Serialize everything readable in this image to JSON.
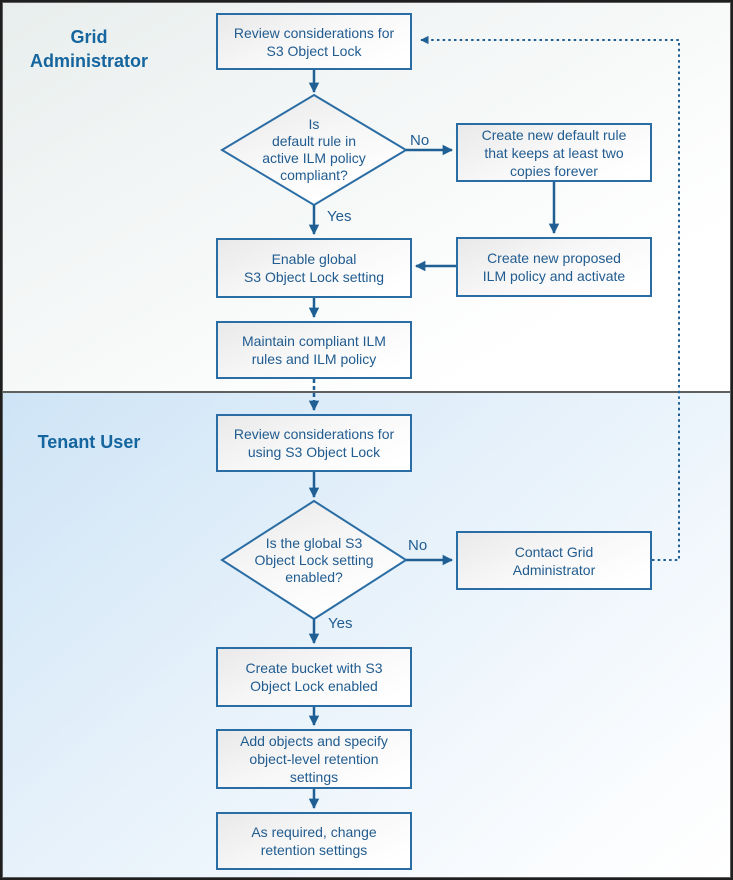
{
  "lanes": [
    {
      "label": "Grid\nAdministrator"
    },
    {
      "label": "Tenant User"
    }
  ],
  "nodes": {
    "review_grid": "Review considerations for\nS3 Object Lock",
    "decision_ilm": "Is\ndefault rule in\nactive ILM policy\ncompliant?",
    "create_rule": "Create new default rule\nthat keeps at least two\ncopies forever",
    "create_policy": "Create new proposed\nILM policy and activate",
    "enable_global": "Enable global\nS3 Object Lock setting",
    "maintain": "Maintain compliant ILM\nrules and ILM policy",
    "review_tenant": "Review considerations for\nusing S3 Object Lock",
    "decision_enabled": "Is the global S3\nObject Lock setting\nenabled?",
    "contact_admin": "Contact Grid\nAdministrator",
    "create_bucket": "Create bucket with S3\nObject Lock enabled",
    "add_objects": "Add objects and specify\nobject-level retention\nsettings",
    "change_retention": "As required, change\nretention settings"
  },
  "edge_labels": {
    "no_ilm": "No",
    "yes_ilm": "Yes",
    "no_enabled": "No",
    "yes_enabled": "Yes"
  },
  "colors": {
    "arrow": "#1f5f94",
    "box_border": "#2a6da4",
    "text": "#215c90",
    "lane_label": "#15659e"
  }
}
